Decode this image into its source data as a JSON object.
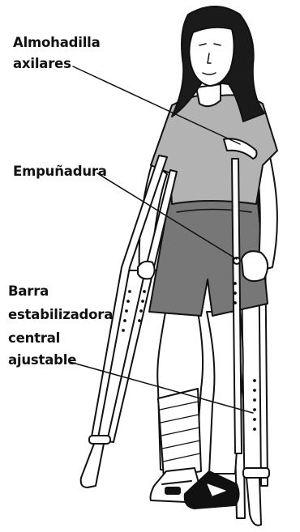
{
  "labels": {
    "axillary_pad": [
      "Almohadilla",
      "axilares"
    ],
    "hand_grip": "Empuñadura",
    "adjustable_bar": [
      "Barra",
      "estabilizadora",
      "central",
      "ajustable"
    ]
  },
  "colors": {
    "ink": "#111111",
    "shorts": "#777777",
    "shirt": "#b3b3b3",
    "hair": "#1a1a1a",
    "skin": "#ffffff"
  }
}
